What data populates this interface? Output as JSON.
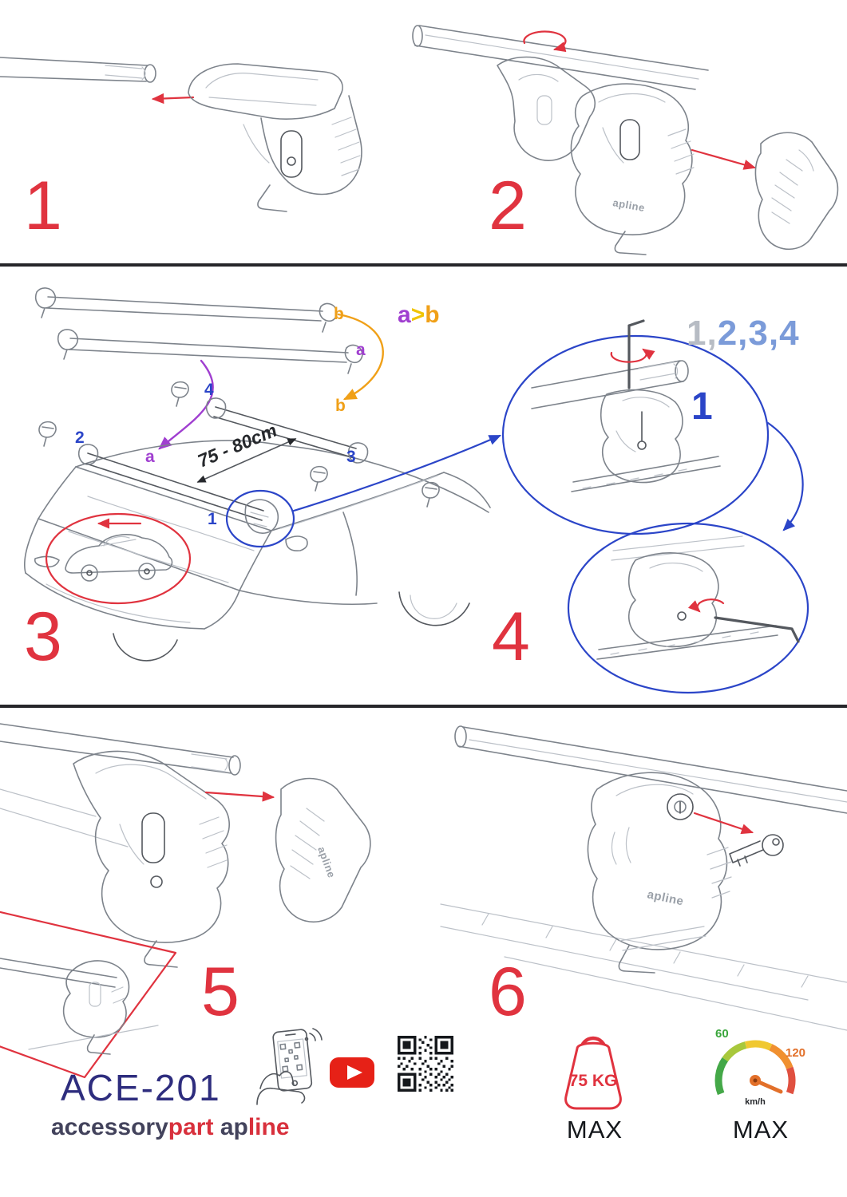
{
  "colors": {
    "step_red": "#e0333f",
    "detail_blue": "#2b45c8",
    "label_purple": "#a03fd0",
    "label_orange": "#f0a018",
    "brand_navy": "#2e2d7e",
    "brand_red": "#d8303c"
  },
  "product_brand": "apline",
  "steps": [
    {
      "number": "1"
    },
    {
      "number": "2"
    },
    {
      "number": "3"
    },
    {
      "number": "4"
    },
    {
      "number": "5"
    },
    {
      "number": "6"
    }
  ],
  "diagram": {
    "spare_bar_b": "b",
    "spare_bar_a": "a",
    "order_a": "a",
    "order_gt": ">",
    "order_b": "b",
    "roof_pos_1": "1",
    "roof_pos_2": "2",
    "roof_pos_3": "3",
    "roof_pos_4": "4",
    "roof_bar_a": "a",
    "roof_bar_b": "b",
    "measurement": "75 - 80cm",
    "sequence_gray": "1,",
    "sequence_blue": "2,3,4",
    "detail_label": "1"
  },
  "footer": {
    "model": "ACE-201",
    "brand_accessory": "accessory",
    "brand_part": "part",
    "brand_ap": "ap",
    "brand_line": "line",
    "weight_value": "75 KG",
    "weight_max_label": "MAX",
    "speed_min": "60",
    "speed_max": "120",
    "speed_unit": "km/h",
    "speed_max_label": "MAX"
  }
}
